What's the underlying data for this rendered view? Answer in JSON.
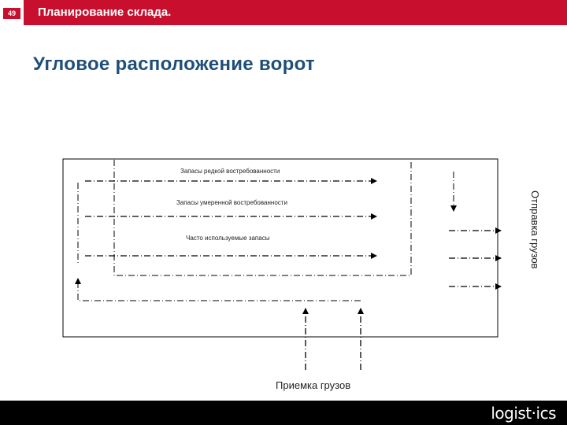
{
  "header": {
    "slide_number": "49",
    "title": "Планирование склада."
  },
  "page_title": "Угловое расположение ворот",
  "diagram": {
    "label_rare": "Запасы редкой востребованности",
    "label_moderate": "Запасы умеренной востребованности",
    "label_frequent": "Часто используемые запасы",
    "label_shipping": "Отправка грузов",
    "label_receiving": "Приемка грузов"
  },
  "footer": {
    "logo_text": "logist·ics"
  }
}
